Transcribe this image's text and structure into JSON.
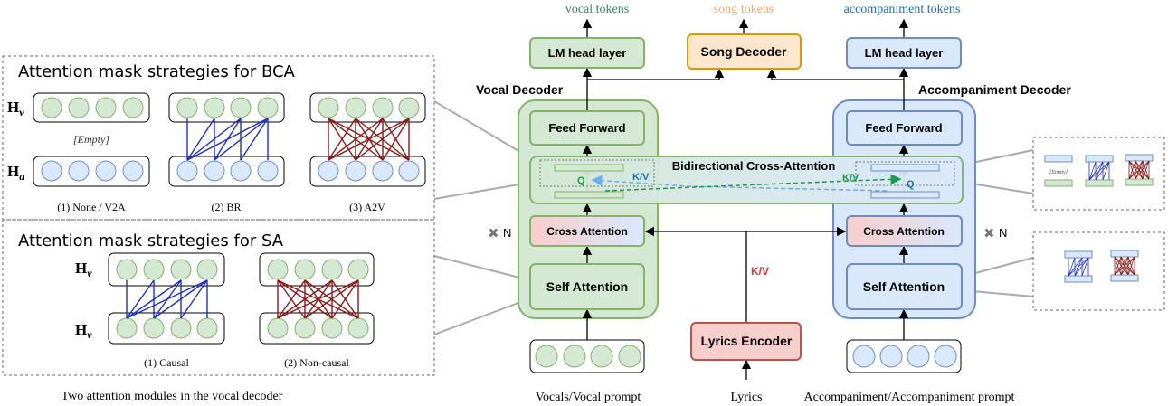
{
  "left_panel": {
    "bca_title": "Attention mask strategies for BCA",
    "sa_title": "Attention mask strategies for SA",
    "hv_label": "H",
    "hv_sub": "v",
    "ha_label": "H",
    "ha_sub": "a",
    "empty_label": "[Empty]",
    "bca_labels": [
      "(1) None / V2A",
      "(2) BR",
      "(3) A2V"
    ],
    "sa_labels": [
      "(1) Causal",
      "(2) Non-causal"
    ],
    "caption": "Two attention modules in the vocal decoder"
  },
  "outputs": {
    "vocal_tokens": "vocal tokens",
    "song_tokens": "song tokens",
    "accompaniment_tokens": "accompaniment tokens"
  },
  "blocks": {
    "lm_head_left": "LM head layer",
    "song_decoder": "Song Decoder",
    "lm_head_right": "LM head layer",
    "vocal_decoder": "Vocal Decoder",
    "accompaniment_decoder": "Accompaniment Decoder",
    "feed_forward": "Feed Forward",
    "bca": "Bidirectional Cross-Attention",
    "cross_attention": "Cross Attention",
    "self_attention": "Self Attention",
    "lyrics_encoder": "Lyrics Encoder",
    "repeat": "N",
    "q": "Q",
    "kv": "K/V"
  },
  "inputs": {
    "vocals": "Vocals/Vocal prompt",
    "lyrics": "Lyrics",
    "accompaniment": "Accompaniment/Accompaniment prompt"
  },
  "colors": {
    "green_fill": "#d5e8d4",
    "green_stroke": "#82b366",
    "blue_fill": "#dae8fc",
    "blue_stroke": "#6c8ebf",
    "orange_fill": "#ffe6cc",
    "orange_stroke": "#d79b00",
    "red_fill": "#f8cecc",
    "red_stroke": "#b85450",
    "mask_blue": "#1f2fbf",
    "mask_red": "#8b1a1a"
  }
}
